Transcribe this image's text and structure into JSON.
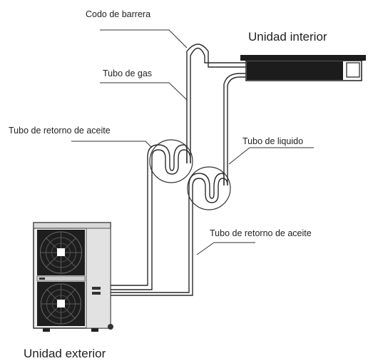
{
  "labels": {
    "codo_barrera": "Codo de barrera",
    "unidad_interior": "Unidad interior",
    "tubo_gas": "Tubo de gas",
    "tubo_retorno_1": "Tubo de retorno de aceite",
    "tubo_liquido": "Tubo de liquido",
    "tubo_retorno_2": "Tubo de retorno de aceite",
    "unidad_exterior": "Unidad exterior"
  },
  "colors": {
    "line": "#2a2a2a",
    "unit_dark": "#1c1c1c",
    "unit_body": "#ececec",
    "background": "#ffffff"
  },
  "icons": {
    "indoor_unit": "indoor-ceiling-unit-icon",
    "outdoor_unit": "outdoor-condenser-icon",
    "fan": "fan-icon"
  }
}
